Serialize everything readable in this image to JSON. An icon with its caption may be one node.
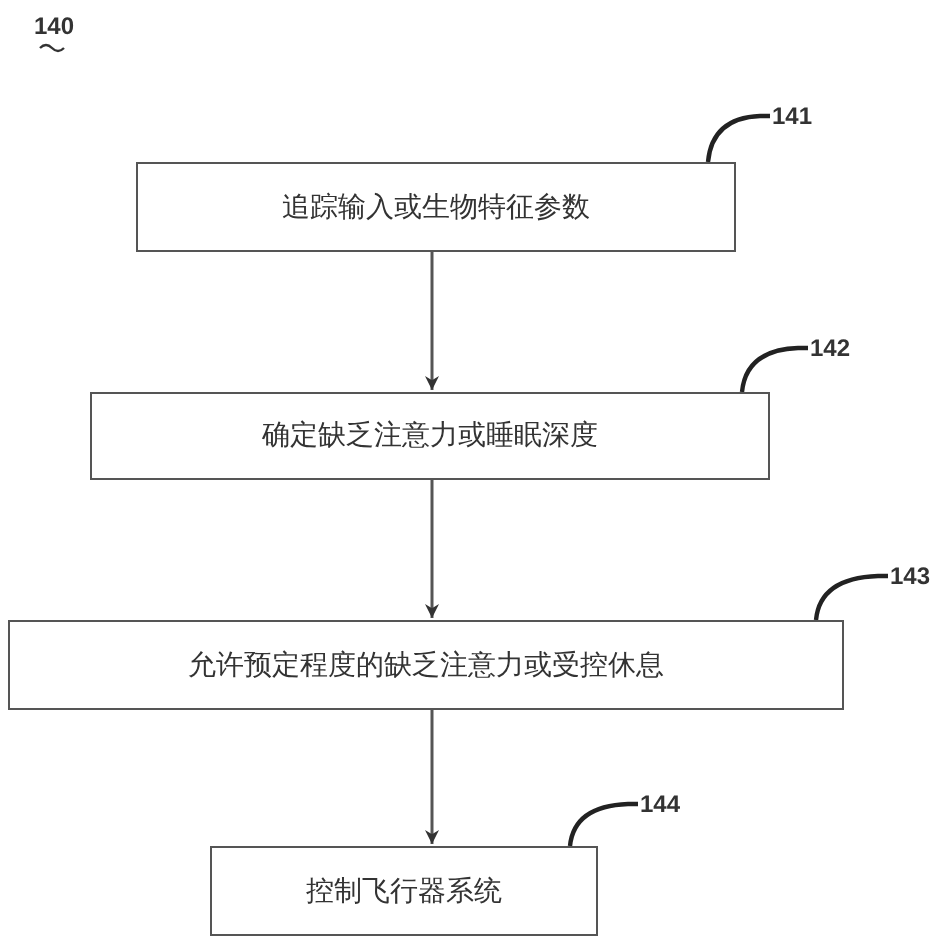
{
  "diagram": {
    "nodes": [
      {
        "text": [
          "追踪输入或生物特征参数"
        ]
      },
      {
        "text": [
          "确定缺乏注意力或睡眠深度"
        ]
      },
      {
        "text": [
          "允许预定程度的缺乏注意力或受控休息"
        ]
      },
      {
        "text": [
          "控制飞行器系统"
        ]
      },
      {
        "text": [
          "141"
        ]
      },
      {
        "text": [
          "142"
        ]
      },
      {
        "text": [
          "143"
        ]
      },
      {
        "text": [
          "144"
        ]
      }
    ],
    "edges": [
      {
        "from": 0,
        "to": 1,
        "arrow": "to"
      },
      {
        "from": 1,
        "to": 2,
        "arrow": "to"
      },
      {
        "from": 2,
        "to": 3,
        "arrow": "to"
      },
      {
        "from": 4,
        "to": 0,
        "arrow": "none"
      },
      {
        "from": 5,
        "to": 1,
        "arrow": "none"
      },
      {
        "from": 6,
        "to": 2,
        "arrow": "none"
      },
      {
        "from": 7,
        "to": 3,
        "arrow": "none"
      }
    ],
    "labels": [
      "140"
    ]
  }
}
